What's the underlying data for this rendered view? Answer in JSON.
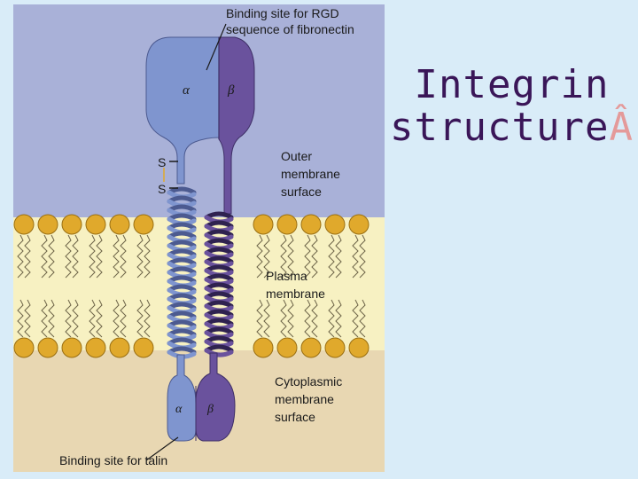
{
  "slide": {
    "title_line1": "Integrin",
    "title_line2": "structure",
    "title_glyph": "Â"
  },
  "diagram": {
    "labels": {
      "binding_rgd_line1": "Binding site for RGD",
      "binding_rgd_line2": "sequence of fibronectin",
      "alpha": "α",
      "beta": "β",
      "s_top": "S",
      "s_bottom": "S",
      "outer_line1": "Outer",
      "outer_line2": "membrane",
      "outer_line3": "surface",
      "plasma_line1": "Plasma",
      "plasma_line2": "membrane",
      "cyto_line1": "Cytoplasmic",
      "cyto_line2": "membrane",
      "cyto_line3": "surface",
      "talin": "Binding site for talin"
    },
    "colors": {
      "outer_bg": "#a9b1d8",
      "membrane_bg": "#f7f1c2",
      "cytoplasm_bg": "#e8d7b2",
      "lipid_head": "#e0a92c",
      "alpha_subunit": "#7f95cf",
      "beta_subunit": "#6a529d"
    }
  }
}
